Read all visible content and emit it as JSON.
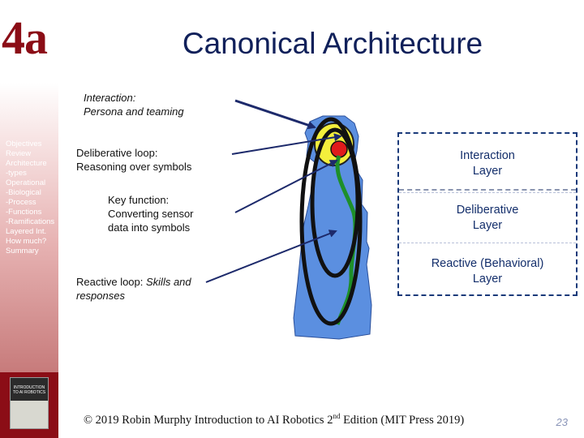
{
  "slide": {
    "chapter_num": "4a",
    "title": "Canonical Architecture",
    "sidebar_items": [
      "Objectives",
      "Review",
      "Architecture",
      "-types",
      "Operational",
      "-Biological",
      "-Process",
      "-Functions",
      "-Ramifications",
      "Layered Int.",
      "How much?",
      "Summary"
    ],
    "book_cover_title": "INTRODUCTION TO AI ROBOTICS"
  },
  "labels": {
    "interaction_line1": "Interaction:",
    "interaction_line2": "Persona and teaming",
    "deliberative_line1": "Deliberative loop:",
    "deliberative_line2": "Reasoning over symbols",
    "key_line1": "Key function:",
    "key_line2": "Converting sensor",
    "key_line3": "data into symbols",
    "reactive_line1_a": "Reactive loop: ",
    "reactive_line1_b": "Skills and",
    "reactive_line2": "responses"
  },
  "layers": {
    "interaction_line1": "Interaction",
    "interaction_line2": "Layer",
    "deliberative_line1": "Deliberative",
    "deliberative_line2": "Layer",
    "reactive_line1": "Reactive (Behavioral)",
    "reactive_line2": "Layer"
  },
  "footer": {
    "text_before": "© 2019 Robin Murphy Introduction to AI Robotics 2",
    "superscript": "nd",
    "text_after": " Edition (MIT Press 2019)",
    "page_number": "23"
  },
  "colors": {
    "brand_red": "#8b0d16",
    "title_blue": "#10205a",
    "silhouette_blue": "#5b8fe0",
    "head_yellow": "#f3ef3c",
    "brain_red": "#e01b1b",
    "spine_green": "#1e8f2a",
    "arrow_navy": "#1d2a6b"
  }
}
